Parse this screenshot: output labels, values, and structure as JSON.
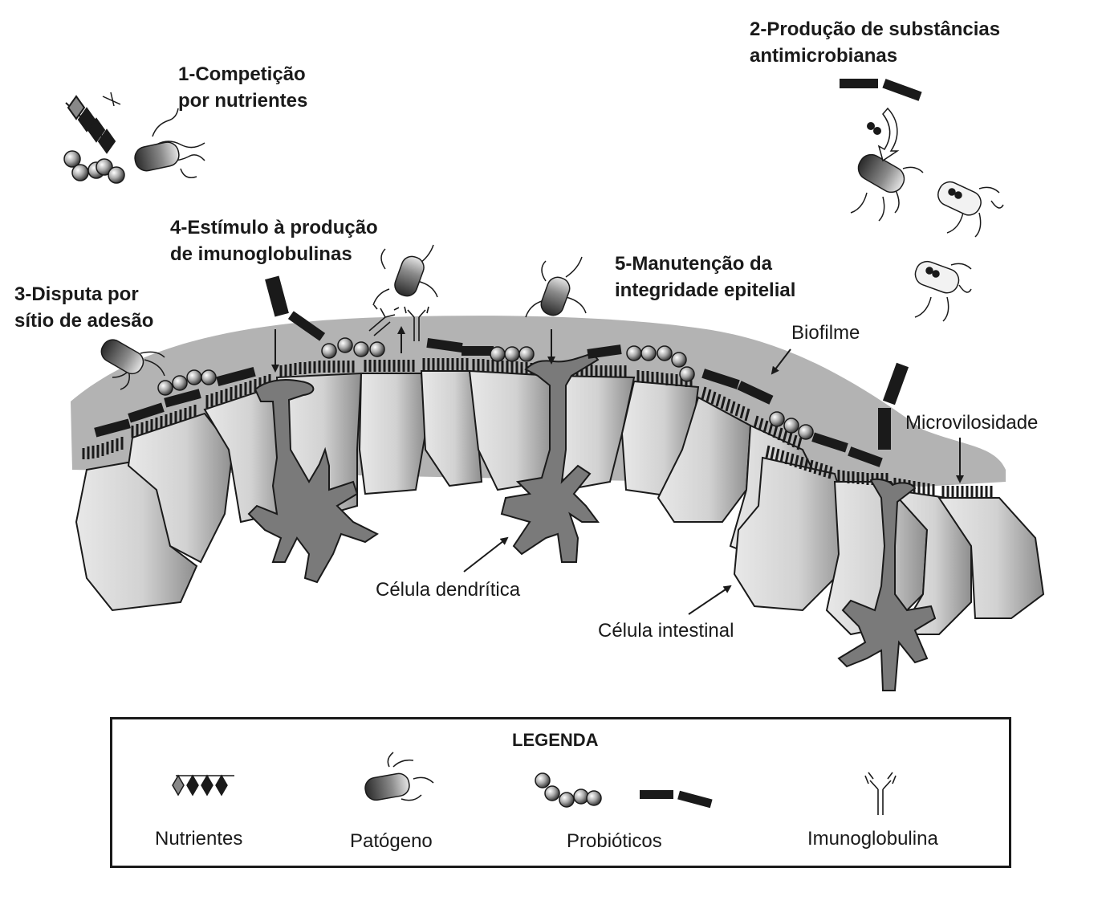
{
  "mechanisms": {
    "m1": "1-Competição\npor nutrientes",
    "m2": "2-Produção de substâncias\nantimicrobianas",
    "m3": "3-Disputa por\nsítio de adesão",
    "m4": "4-Estímulo à produção\nde imunoglobulinas",
    "m5": "5-Manutenção da\nintegridade epitelial"
  },
  "structures": {
    "biofilm": "Biofilme",
    "microvillus": "Microvilosidade",
    "dendritic_cell": "Célula dendrítica",
    "intestinal_cell": "Célula intestinal"
  },
  "legend": {
    "title": "LEGENDA",
    "items": [
      "Nutrientes",
      "Patógeno",
      "Probióticos",
      "Imunoglobulina"
    ]
  },
  "colors": {
    "biofilm": "#b3b3b3",
    "cell_light": "#e4e4e4",
    "cell_dark": "#8c8c8c",
    "dendritic": "#7a7a7a",
    "ink": "#1a1a1a"
  }
}
